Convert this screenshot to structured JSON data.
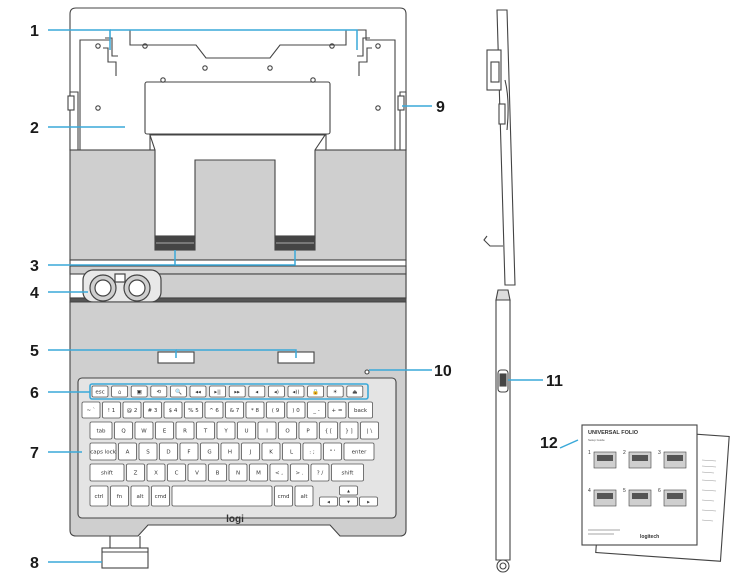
{
  "callouts": [
    {
      "id": "1",
      "label": "1"
    },
    {
      "id": "2",
      "label": "2"
    },
    {
      "id": "3",
      "label": "3"
    },
    {
      "id": "4",
      "label": "4"
    },
    {
      "id": "5",
      "label": "5"
    },
    {
      "id": "6",
      "label": "6"
    },
    {
      "id": "7",
      "label": "7"
    },
    {
      "id": "8",
      "label": "8"
    },
    {
      "id": "9",
      "label": "9"
    },
    {
      "id": "10",
      "label": "10"
    },
    {
      "id": "11",
      "label": "11"
    },
    {
      "id": "12",
      "label": "12"
    }
  ],
  "keyboard": {
    "brand": "logi",
    "row_fn": [
      "esc",
      "⌂",
      "▣",
      "⟲",
      "🔍",
      "◂◂",
      "▸||",
      "▸▸",
      "◂",
      "◂)",
      "◂))",
      "🔒",
      "☀",
      "⏏"
    ],
    "row_num": [
      "~ `",
      "! 1",
      "@ 2",
      "# 3",
      "$ 4",
      "% 5",
      "^ 6",
      "& 7",
      "* 8",
      "( 9",
      ") 0",
      "_ -",
      "+ =",
      "back"
    ],
    "row_q": [
      "tab",
      "Q",
      "W",
      "E",
      "R",
      "T",
      "Y",
      "U",
      "I",
      "O",
      "P",
      "{ [",
      "} ]",
      "| \\"
    ],
    "row_a": [
      "caps lock",
      "A",
      "S",
      "D",
      "F",
      "G",
      "H",
      "J",
      "K",
      "L",
      ": ;",
      "\" '",
      "enter"
    ],
    "row_z": [
      "shift",
      "Z",
      "X",
      "C",
      "V",
      "B",
      "N",
      "M",
      "< ,",
      "> .",
      "? /",
      "shift"
    ],
    "row_bottom": [
      "ctrl",
      "fn",
      "alt",
      "cmd",
      "",
      "cmd",
      "alt",
      "◂",
      "▴",
      "▾",
      "▸"
    ]
  },
  "leaflet": {
    "title": "UNIVERSAL FOLIO",
    "subtitle": "Setup Guide",
    "steps": [
      "1",
      "2",
      "3",
      "4",
      "5",
      "6"
    ],
    "logo": "logitech"
  }
}
